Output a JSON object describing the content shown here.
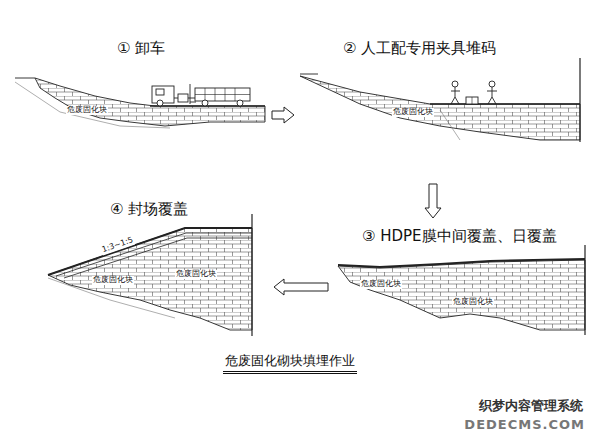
{
  "diagram": {
    "caption": "危废固化砌块填埋作业",
    "nodes": [
      {
        "text": [
          "① 卸车"
        ]
      },
      {
        "text": [
          "② 人工配专用夹具堆码"
        ]
      },
      {
        "text": [
          "③ HDPE膜中间覆盖、日覆盖"
        ]
      },
      {
        "text": [
          "④ 封场覆盖"
        ]
      }
    ],
    "edges": [
      {
        "from": 0,
        "to": 1,
        "arrow": "to"
      },
      {
        "from": 1,
        "to": 2,
        "arrow": "to"
      },
      {
        "from": 2,
        "to": 3,
        "arrow": "to"
      }
    ],
    "labels": [
      "危废固化块",
      "危废固化块",
      "危废固化块",
      "危废固化块",
      "危废固化块",
      "危废固化块",
      "1:3~1:5",
      "织梦内容管理系统",
      "DEDECMS.COM"
    ]
  }
}
